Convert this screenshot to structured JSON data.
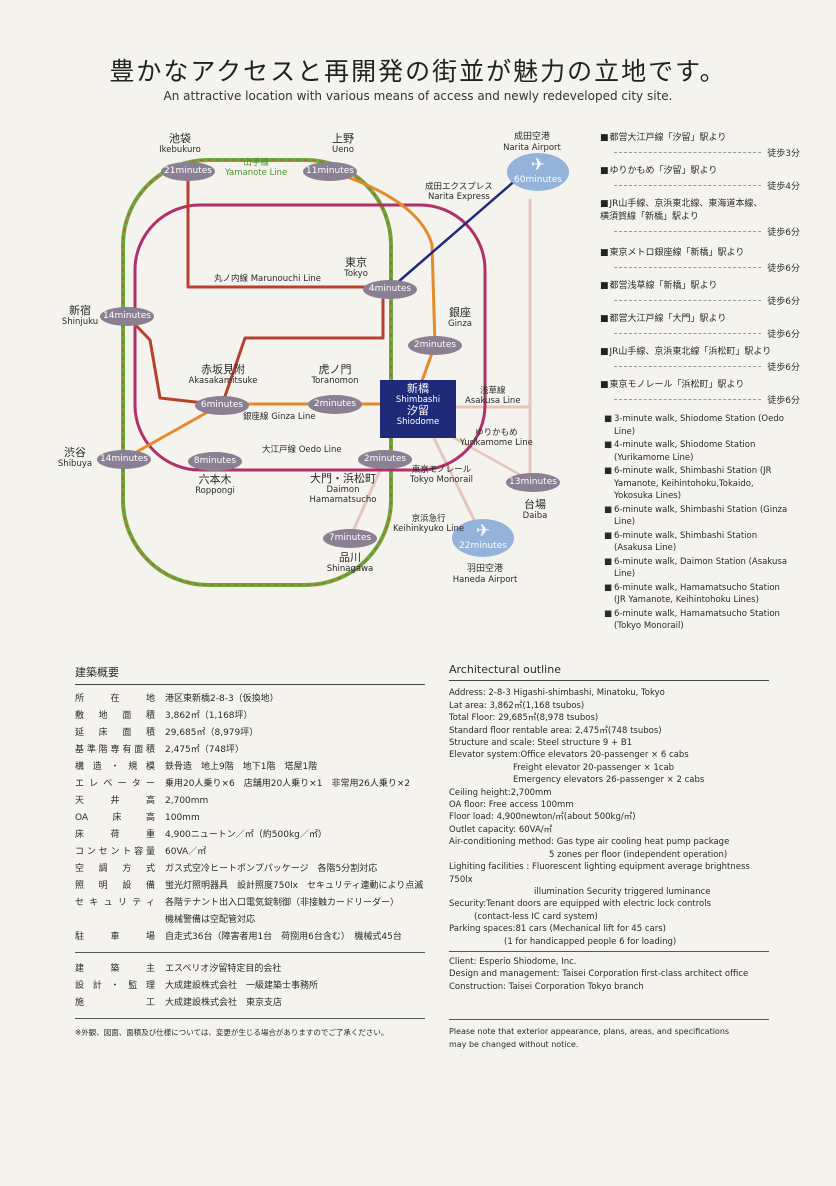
{
  "title_ja": "豊かなアクセスと再開発の街並が魅力の立地です。",
  "title_en": "An attractive location with various means of access and newly redeveloped city site.",
  "map": {
    "hub": {
      "ja1": "新橋",
      "en1": "Shimbashi",
      "ja2": "汐留",
      "en2": "Shiodome"
    },
    "stations": {
      "ikebukuro": {
        "ja": "池袋",
        "en": "Ikebukuro",
        "time": "21minutes"
      },
      "ueno": {
        "ja": "上野",
        "en": "Ueno",
        "time": "11minutes"
      },
      "narita": {
        "ja": "成田空港",
        "en": "Narita Airport",
        "time": "60minutes"
      },
      "tokyo": {
        "ja": "東京",
        "en": "Tokyo",
        "time": "4minutes"
      },
      "shinjuku": {
        "ja": "新宿",
        "en": "Shinjuku",
        "time": "14minutes"
      },
      "ginza": {
        "ja": "銀座",
        "en": "Ginza",
        "time": "2minutes"
      },
      "akasaka": {
        "ja": "赤坂見附",
        "en": "Akasakamitsuke",
        "time": "6minutes"
      },
      "toranomon": {
        "ja": "虎ノ門",
        "en": "Toranomon",
        "time": "2minutes"
      },
      "shibuya": {
        "ja": "渋谷",
        "en": "Shibuya",
        "time": "14minutes"
      },
      "roppongi": {
        "ja": "六本木",
        "en": "Roppongi",
        "time": "8minutes"
      },
      "daimon": {
        "ja": "大門・浜松町",
        "en1": "Daimon",
        "en2": "Hamamatsucho",
        "time": "2minutes"
      },
      "daiba": {
        "ja": "台場",
        "en": "Daiba",
        "time": "13minutes"
      },
      "shinagawa": {
        "ja": "品川",
        "en": "Shinagawa",
        "time": "7minutes"
      },
      "haneda": {
        "ja": "羽田空港",
        "en": "Haneda Airport",
        "time": "22minutes"
      }
    },
    "lines": {
      "yamanote": {
        "ja": "山手線",
        "en": "Yamanote Line"
      },
      "marunouchi": {
        "label": "丸ノ内線 Marunouchi Line"
      },
      "narita_express": {
        "ja": "成田エクスプレス",
        "en": "Narita Express"
      },
      "ginza": {
        "label": "銀座線 Ginza Line"
      },
      "oedo": {
        "label": "大江戸線 Oedo Line"
      },
      "asakusa": {
        "ja": "浅草線",
        "en": "Asakusa Line"
      },
      "yurikamome": {
        "ja": "ゆりかもめ",
        "en": "Yurikamome Line"
      },
      "monorail": {
        "ja": "東京モノレール",
        "en": "Tokyo Monorail"
      },
      "keihinkyu": {
        "ja": "京浜急行",
        "en": "Keihinkyuko Line"
      }
    },
    "colors": {
      "yamanote": "#6aaa3a",
      "marunouchi": "#b8402e",
      "ginza": "#e58a2a",
      "oedo": "#b0306a",
      "narita": "#1f2a78",
      "asakusa": "#e5c0b5"
    }
  },
  "access_ja": [
    {
      "t": "都営大江戸線「汐留」駅より",
      "d": "徒歩3分"
    },
    {
      "t": "ゆりかもめ「汐留」駅より",
      "d": "徒歩4分"
    },
    {
      "t": "JR山手線、京浜東北線、東海道本線、横須賀線「新橋」駅より",
      "d": "徒歩6分"
    },
    {
      "t": "東京メトロ銀座線「新橋」駅より",
      "d": "徒歩6分"
    },
    {
      "t": "都営浅草線「新橋」駅より",
      "d": "徒歩6分"
    },
    {
      "t": "都営大江戸線「大門」駅より",
      "d": "徒歩6分"
    },
    {
      "t": "JR山手線、京浜東北線「浜松町」駅より",
      "d": "徒歩6分"
    },
    {
      "t": "東京モノレール「浜松町」駅より",
      "d": "徒歩6分"
    }
  ],
  "access_en": [
    "3-minute walk, Shiodome Station (Oedo Line)",
    "4-minute walk, Shiodome Station (Yurikamome Line)",
    "6-minute walk, Shimbashi Station (JR Yamanote, Keihintohoku,Tokaido, Yokosuka Lines)",
    "6-minute walk, Shimbashi Station (Ginza Line)",
    "6-minute walk, Shimbashi Station (Asakusa Line)",
    "6-minute walk, Daimon Station (Asakusa Line)",
    "6-minute walk, Hamamatsucho Station (JR Yamanote, Keihintohoku Lines)",
    "6-minute walk, Hamamatsucho Station (Tokyo Monorail)"
  ],
  "spec_ja": {
    "title": "建築概要",
    "rows": [
      {
        "k": "所在地",
        "v": "港区東新橋2-8-3（仮換地）"
      },
      {
        "k": "敷地面積",
        "v": "3,862㎡（1,168坪）"
      },
      {
        "k": "延床面積",
        "v": "29,685㎡（8,979坪）"
      },
      {
        "k": "基準階専有面積",
        "v": "2,475㎡（748坪）"
      },
      {
        "k": "構造・規模",
        "v": "鉄骨造　地上9階　地下1階　塔屋1階"
      },
      {
        "k": "エレベーター",
        "v": "乗用20人乗り×6　店舗用20人乗り×1　非常用26人乗り×2"
      },
      {
        "k": "天井高",
        "v": "2,700mm"
      },
      {
        "k": "OA床高",
        "v": "100mm"
      },
      {
        "k": "床荷重",
        "v": "4,900ニュートン／㎡（約500kg／㎡）"
      },
      {
        "k": "コンセント容量",
        "v": "60VA／㎡"
      },
      {
        "k": "空調方式",
        "v": "ガス式空冷ヒートポンプパッケージ　各階5分割対応"
      },
      {
        "k": "照明設備",
        "v": "蛍光灯照明器具　設計照度750lx　セキュリティ連動により点滅"
      },
      {
        "k": "セキュリティ",
        "v": "各階テナント出入口電気錠制御（非接触カードリーダー）"
      },
      {
        "k": "",
        "v": "機械警備は空配管対応"
      },
      {
        "k": "駐車場",
        "v": "自走式36台（障害者用1台　荷捌用6台含む）　機械式45台"
      }
    ],
    "rows2": [
      {
        "k": "建築主",
        "v": "エスペリオ汐留特定目的会社"
      },
      {
        "k": "設計・監理",
        "v": "大成建設株式会社　一級建築士事務所"
      },
      {
        "k": "施工",
        "v": "大成建設株式会社　東京支店"
      }
    ],
    "note": "※外観、図面、面積及び仕様については、変更が生じる場合がありますのでご了承ください。"
  },
  "spec_en": {
    "title": "Architectural outline",
    "lines": [
      "Address: 2-8-3 Higashi-shimbashi, Minatoku, Tokyo",
      "Lat area: 3,862㎡(1,168 tsubos)",
      "Total Floor: 29,685㎡(8,978 tsubos)",
      "Standard floor rentable area: 2,475㎡(748 tsubos)",
      "Structure and scale: Steel structure  9 + B1",
      "Elevator system:Office elevators 20-passenger × 6 cabs",
      "Freight elevator 20-passenger × 1cab",
      "Emergency elevators 26-passenger × 2 cabs",
      "Ceiling height:2,700mm",
      "OA floor: Free access 100mm",
      "Floor load: 4,900newton/㎡(about 500kg/㎡)",
      "Outlet capacity: 60VA/㎡",
      "Air-conditioning method: Gas type air cooling heat pump package",
      "5 zones per floor (independent operation)",
      "Lighiting facilities : Fluorescent lighting equipment average brightness 750lx",
      "illumination Security triggered luminance",
      "Security:Tenant doors are equipped with electric lock controls",
      "(contact-less IC card system)",
      "Parking spaces:81 cars (Mechanical lift for 45 cars)",
      "(1 for handicapped people 6 for loading)"
    ],
    "lines2": [
      "Client: Esperio Shiodome, Inc.",
      "Design and management: Taisei Corporation first-class architect office",
      "Construction: Taisei Corporation Tokyo branch"
    ],
    "note": "Please note that exterior appearance, plans, areas, and specifications may be changed without notice."
  }
}
